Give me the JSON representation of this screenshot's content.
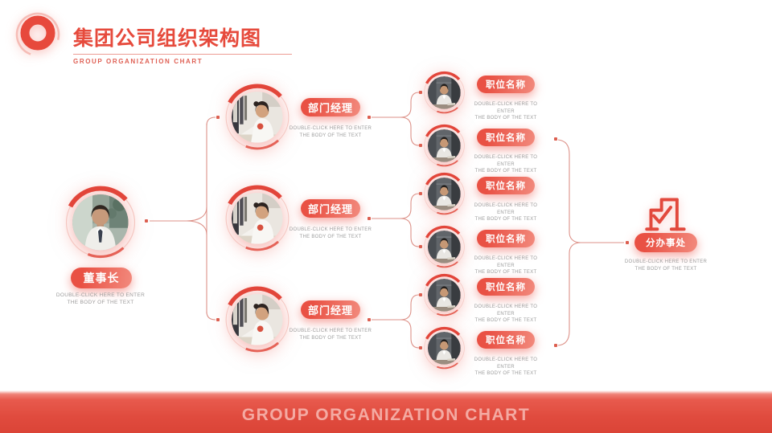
{
  "header": {
    "title": "集团公司组织架构图",
    "subtitle": "GROUP ORGANIZATION CHART"
  },
  "placeholder": {
    "line1": "DOUBLE-CLICK HERE TO ENTER",
    "line2": "THE BODY OF THE TEXT"
  },
  "chairman": {
    "label": "董事长"
  },
  "managers": [
    {
      "label": "部门经理"
    },
    {
      "label": "部门经理"
    },
    {
      "label": "部门经理"
    }
  ],
  "positions": [
    {
      "label": "职位名称"
    },
    {
      "label": "职位名称"
    },
    {
      "label": "职位名称"
    },
    {
      "label": "职位名称"
    },
    {
      "label": "职位名称"
    },
    {
      "label": "职位名称"
    }
  ],
  "branch": {
    "label": "分办事处"
  },
  "footer": {
    "banner": "GROUP ORGANIZATION CHART"
  },
  "icons": {
    "logo": "donut-ring-icon",
    "branch": "office-buildings-check-icon"
  },
  "edges": [
    "chairman -> manager-1",
    "chairman -> manager-2",
    "chairman -> manager-3",
    "manager-1 -> position-1",
    "manager-1 -> position-2",
    "manager-2 -> position-3",
    "manager-2 -> position-4",
    "manager-3 -> position-5",
    "manager-3 -> position-6",
    "positions -> branch-office"
  ],
  "colors": {
    "primary_red": "#e64a3c",
    "pill_gradient": [
      "#e95144",
      "#f28a7d"
    ],
    "connector_line": "#dd9289",
    "placeholder_text": "#9c9c9c",
    "banner_text": "#f4aaa2",
    "banner_background": "#e04b3e"
  }
}
